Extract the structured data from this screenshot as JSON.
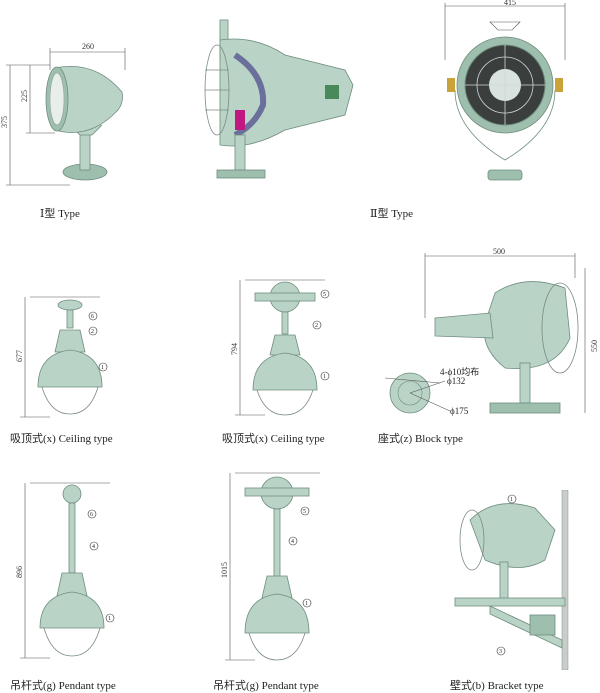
{
  "figures": {
    "type1": {
      "caption": "Ⅰ型 Type",
      "dim_width": "260",
      "dim_height_inner": "225",
      "dim_height_total": "375"
    },
    "type2_side": {},
    "type2_front": {
      "dim_width": "415",
      "caption": "Ⅱ型 Type"
    },
    "ceiling1": {
      "caption": "吸顶式(x) Ceiling   type",
      "dim_height": "677",
      "callouts": [
        "6",
        "2",
        "1"
      ]
    },
    "ceiling2": {
      "caption": "吸顶式(x) Ceiling   type",
      "dim_height": "794",
      "callouts": [
        "5",
        "2",
        "1"
      ]
    },
    "block": {
      "caption": "座式(z) Block type",
      "dim_width": "500",
      "dim_height": "550",
      "base_note1": "4-ϕ10均布",
      "base_note2": "ϕ132",
      "base_note3": "ϕ175"
    },
    "pendant1": {
      "caption": "吊杆式(g) Pendant   type",
      "dim_height": "896",
      "callouts": [
        "6",
        "4",
        "1"
      ]
    },
    "pendant2": {
      "caption": "吊杆式(g) Pendant   type",
      "dim_height": "1015",
      "callouts": [
        "5",
        "4",
        "1"
      ]
    },
    "bracket": {
      "caption": "壁式(b) Bracket type",
      "callouts": [
        "1",
        "3"
      ]
    }
  }
}
